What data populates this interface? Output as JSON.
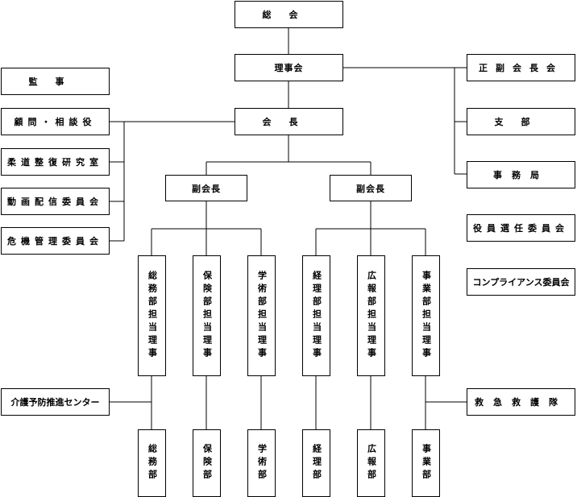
{
  "top": {
    "general_assembly": "総会",
    "board": "理事会",
    "president": "会長",
    "vice_president_left": "副会長",
    "vice_president_right": "副会長"
  },
  "left": {
    "auditor": "監事",
    "advisor": "顧問・相談役",
    "judo_lab": "柔道整復研究室",
    "video_committee": "動画配信委員会",
    "crisis_committee": "危機管理委員会",
    "care_center": "介護予防推進センター"
  },
  "right": {
    "vice_presidents": "正副会長会",
    "branch": "支部",
    "secretariat": "事務局",
    "election_committee": "役員選任委員会",
    "compliance_committee": "コンプライアンス委員会",
    "rescue_team": "救急救護隊"
  },
  "directors": [
    "総務部担当理事",
    "保険部担当理事",
    "学術部担当理事",
    "経理部担当理事",
    "広報部担当理事",
    "事業部担当理事"
  ],
  "departments": [
    "総務部",
    "保険部",
    "学術部",
    "経理部",
    "広報部",
    "事業部"
  ]
}
